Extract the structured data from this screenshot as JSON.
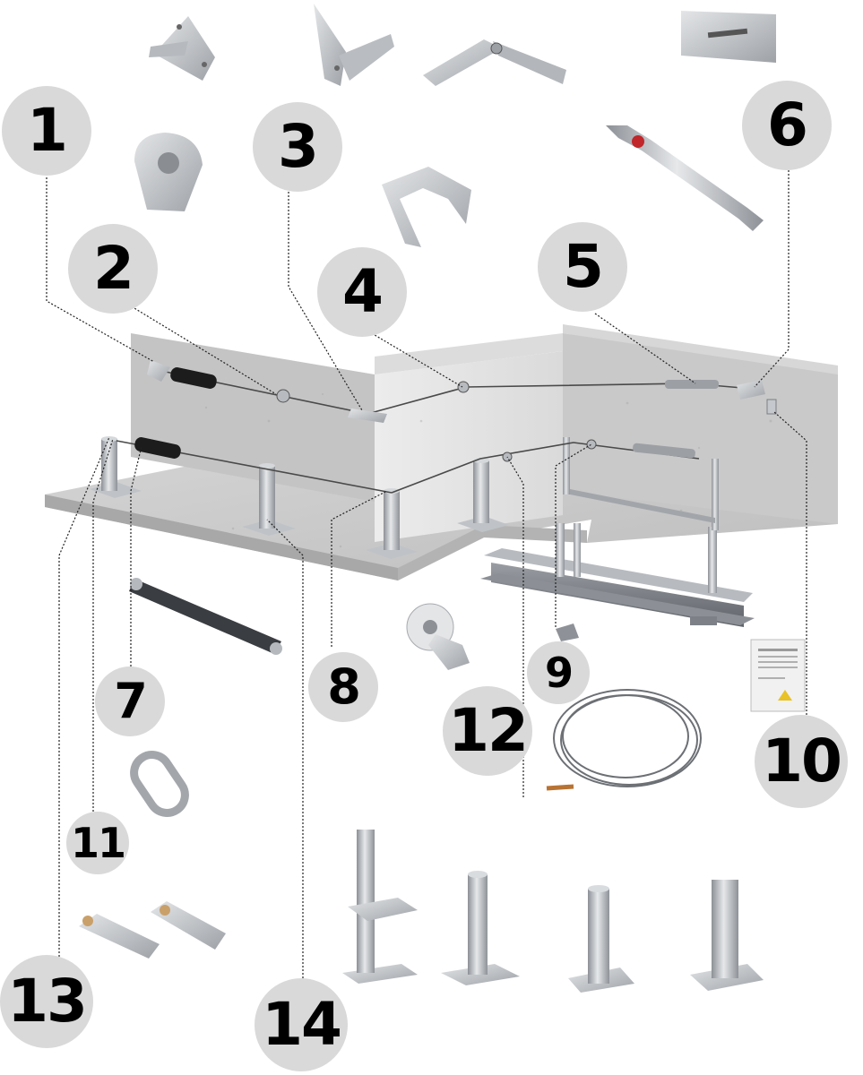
{
  "callouts": [
    {
      "label": "1"
    },
    {
      "label": "2"
    },
    {
      "label": "3"
    },
    {
      "label": "4"
    },
    {
      "label": "5"
    },
    {
      "label": "6"
    },
    {
      "label": "7"
    },
    {
      "label": "8"
    },
    {
      "label": "9"
    },
    {
      "label": "10"
    },
    {
      "label": "11"
    },
    {
      "label": "12"
    },
    {
      "label": "13"
    },
    {
      "label": "14"
    }
  ],
  "colors": {
    "callout_fill": "#d9d9d9",
    "leader_line": "#222222",
    "concrete": "#c8c8c8",
    "steel": "#a9adb2",
    "beam": "#7a7e84"
  }
}
